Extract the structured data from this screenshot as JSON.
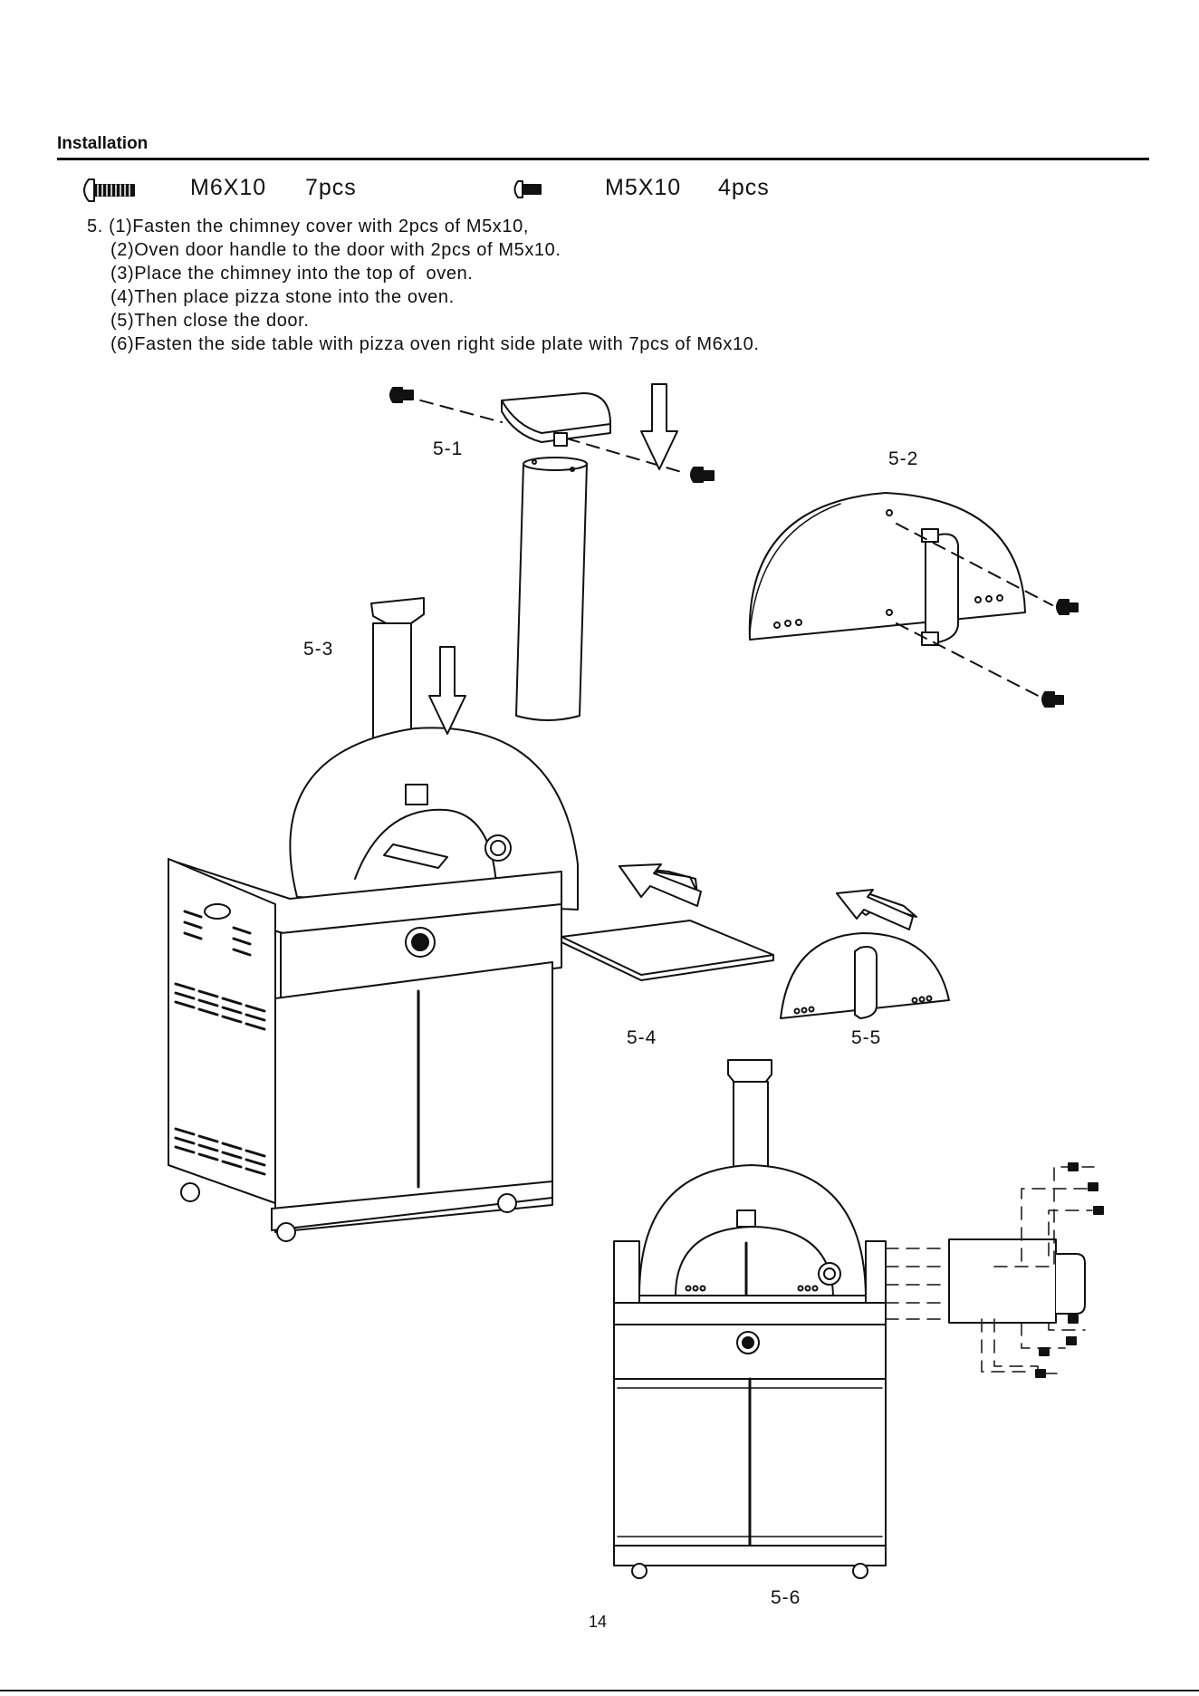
{
  "section": {
    "title": "Installation"
  },
  "hardware": [
    {
      "icon": "long-screw-icon",
      "size": "M6X10",
      "qty": "7pcs"
    },
    {
      "icon": "short-screw-icon",
      "size": "M5X10",
      "qty": "4pcs"
    }
  ],
  "step": {
    "number": "5.",
    "lines": [
      "(1)Fasten the chimney cover with 2pcs of M5x10,",
      "(2)Oven door handle to the door with 2pcs of M5x10.",
      "(3)Place the chimney into the top of  oven.",
      "(4)Then place pizza stone into the oven.",
      "(5)Then close the door.",
      "(6)Fasten the side table with pizza oven right side plate with 7pcs of M6x10."
    ]
  },
  "figures": {
    "f51": "5-1",
    "f52": "5-2",
    "f53": "5-3",
    "f54": "5-4",
    "f55": "5-5",
    "f56": "5-6"
  },
  "page_number": "14"
}
